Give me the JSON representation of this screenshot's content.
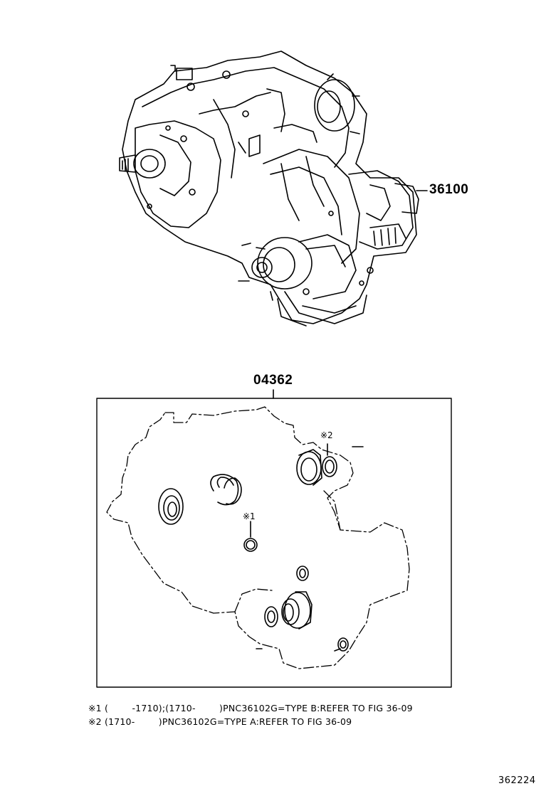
{
  "part_numbers": {
    "assembly": "36100",
    "gasket_kit": "04362"
  },
  "markers": {
    "m1": "※1",
    "m2": "※2"
  },
  "notes": [
    "※1 (        -1710);(1710-        )PNC36102G=TYPE B:REFER TO FIG 36-09",
    "※2 (1710-        )PNC36102G=TYPE A:REFER TO FIG 36-09"
  ],
  "figure_id": "362224"
}
